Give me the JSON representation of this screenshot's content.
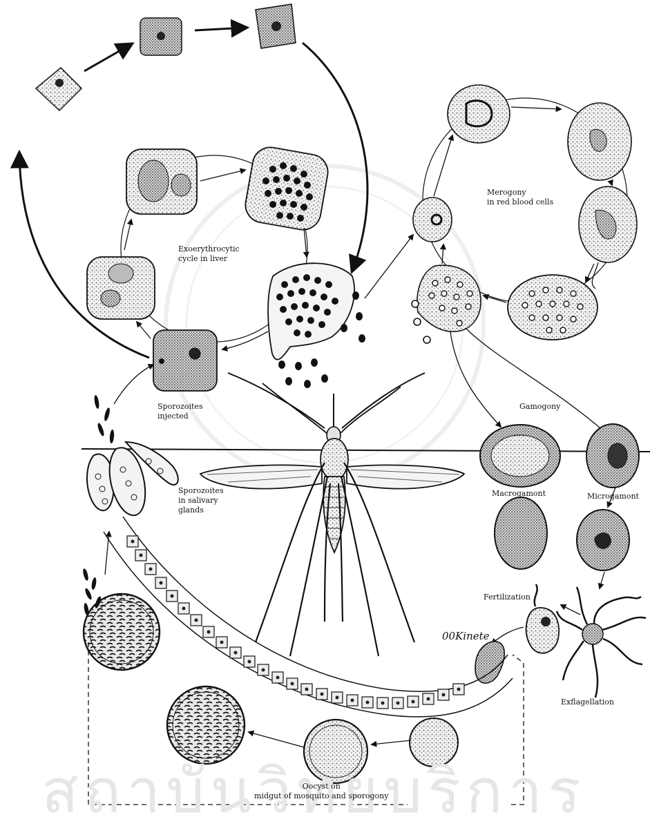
{
  "labels": {
    "merogony": "Merogony\nin red blood cells",
    "exoerythrocytic": "Exoerythrocytic\ncycle in liver",
    "sporozoites_injected": "Sporozoites\ninjected",
    "gamogony": "Gamogony",
    "macrogamont": "Macrogamont",
    "microgamont": "Microgamont",
    "sporozoites_glands": "Sporozoites\nin salivary\nglands",
    "fertilization": "Fertilization",
    "ookinete": "00Kinete",
    "exflagellation": "Exflagellation",
    "oocyst": "Oocyst on\nmidgut of mosquito and sporogony"
  },
  "watermark": "สถาบันวิทยบริการ",
  "colors": {
    "ink": "#111111",
    "stipple": "#555555",
    "paper": "#ffffff",
    "watermark": "#e6e6e6"
  }
}
